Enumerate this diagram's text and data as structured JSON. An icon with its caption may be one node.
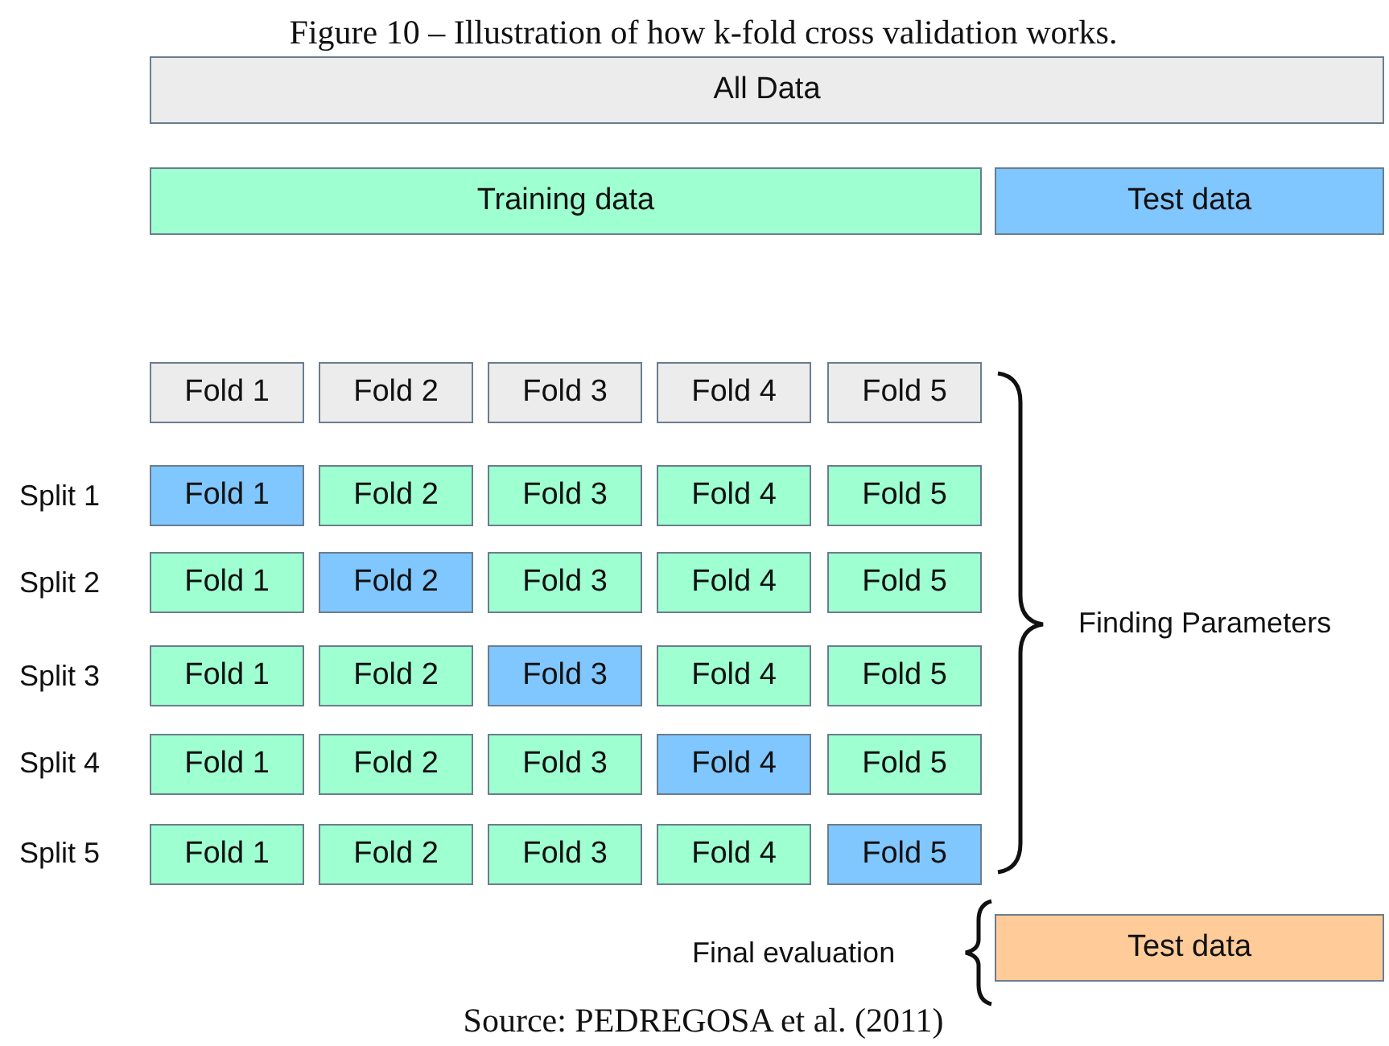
{
  "diagram": {
    "title": "Figure 10 – Illustration of how k-fold cross validation works.",
    "caption": "Source: PEDREGOSA et al. (2011)",
    "nodes": [
      {
        "text": [
          "All Data"
        ]
      },
      {
        "text": [
          "Training data"
        ]
      },
      {
        "text": [
          "Test data"
        ]
      },
      {
        "text": [
          "Fold 1"
        ]
      },
      {
        "text": [
          "Fold 2"
        ]
      },
      {
        "text": [
          "Fold 3"
        ]
      },
      {
        "text": [
          "Fold 4"
        ]
      },
      {
        "text": [
          "Fold 5"
        ]
      },
      {
        "text": [
          "Fold 1"
        ]
      },
      {
        "text": [
          "Fold 2"
        ]
      },
      {
        "text": [
          "Fold 3"
        ]
      },
      {
        "text": [
          "Fold 4"
        ]
      },
      {
        "text": [
          "Fold 5"
        ]
      },
      {
        "text": [
          "Fold 1"
        ]
      },
      {
        "text": [
          "Fold 2"
        ]
      },
      {
        "text": [
          "Fold 3"
        ]
      },
      {
        "text": [
          "Fold 4"
        ]
      },
      {
        "text": [
          "Fold 5"
        ]
      },
      {
        "text": [
          "Fold 1"
        ]
      },
      {
        "text": [
          "Fold 2"
        ]
      },
      {
        "text": [
          "Fold 3"
        ]
      },
      {
        "text": [
          "Fold 4"
        ]
      },
      {
        "text": [
          "Fold 5"
        ]
      },
      {
        "text": [
          "Fold 1"
        ]
      },
      {
        "text": [
          "Fold 2"
        ]
      },
      {
        "text": [
          "Fold 3"
        ]
      },
      {
        "text": [
          "Fold 4"
        ]
      },
      {
        "text": [
          "Fold 5"
        ]
      },
      {
        "text": [
          "Fold 1"
        ]
      },
      {
        "text": [
          "Fold 2"
        ]
      },
      {
        "text": [
          "Fold 3"
        ]
      },
      {
        "text": [
          "Fold 4"
        ]
      },
      {
        "text": [
          "Fold 5"
        ]
      },
      {
        "text": [
          "Test data"
        ]
      }
    ],
    "labels": [
      "Split 1",
      "Split 2",
      "Split 3",
      "Split 4",
      "Split 5",
      "Finding Parameters",
      "Final evaluation"
    ]
  }
}
